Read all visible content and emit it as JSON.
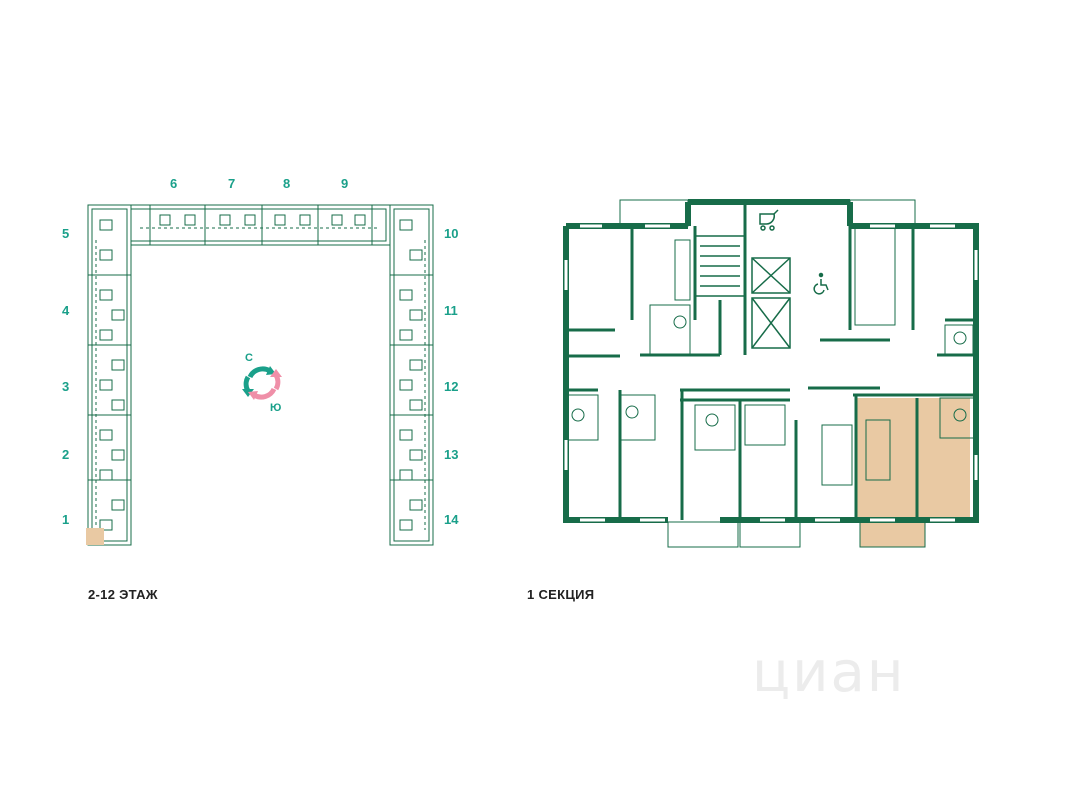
{
  "colors": {
    "wall": "#176c49",
    "accent_number": "#1aa08a",
    "highlight": "#e9c9a3",
    "compass_north": "#1aa08a",
    "compass_south": "#ef8fa8"
  },
  "overview": {
    "caption": "2-12 ЭТАЖ",
    "section_numbers": [
      "1",
      "2",
      "3",
      "4",
      "5",
      "6",
      "7",
      "8",
      "9",
      "10",
      "11",
      "12",
      "13",
      "14"
    ],
    "compass": {
      "north": "С",
      "south": "Ю"
    }
  },
  "plan": {
    "caption": "1 СЕКЦИЯ",
    "icons": [
      "stroller-icon",
      "wheelchair-icon"
    ]
  },
  "watermark": "циан"
}
